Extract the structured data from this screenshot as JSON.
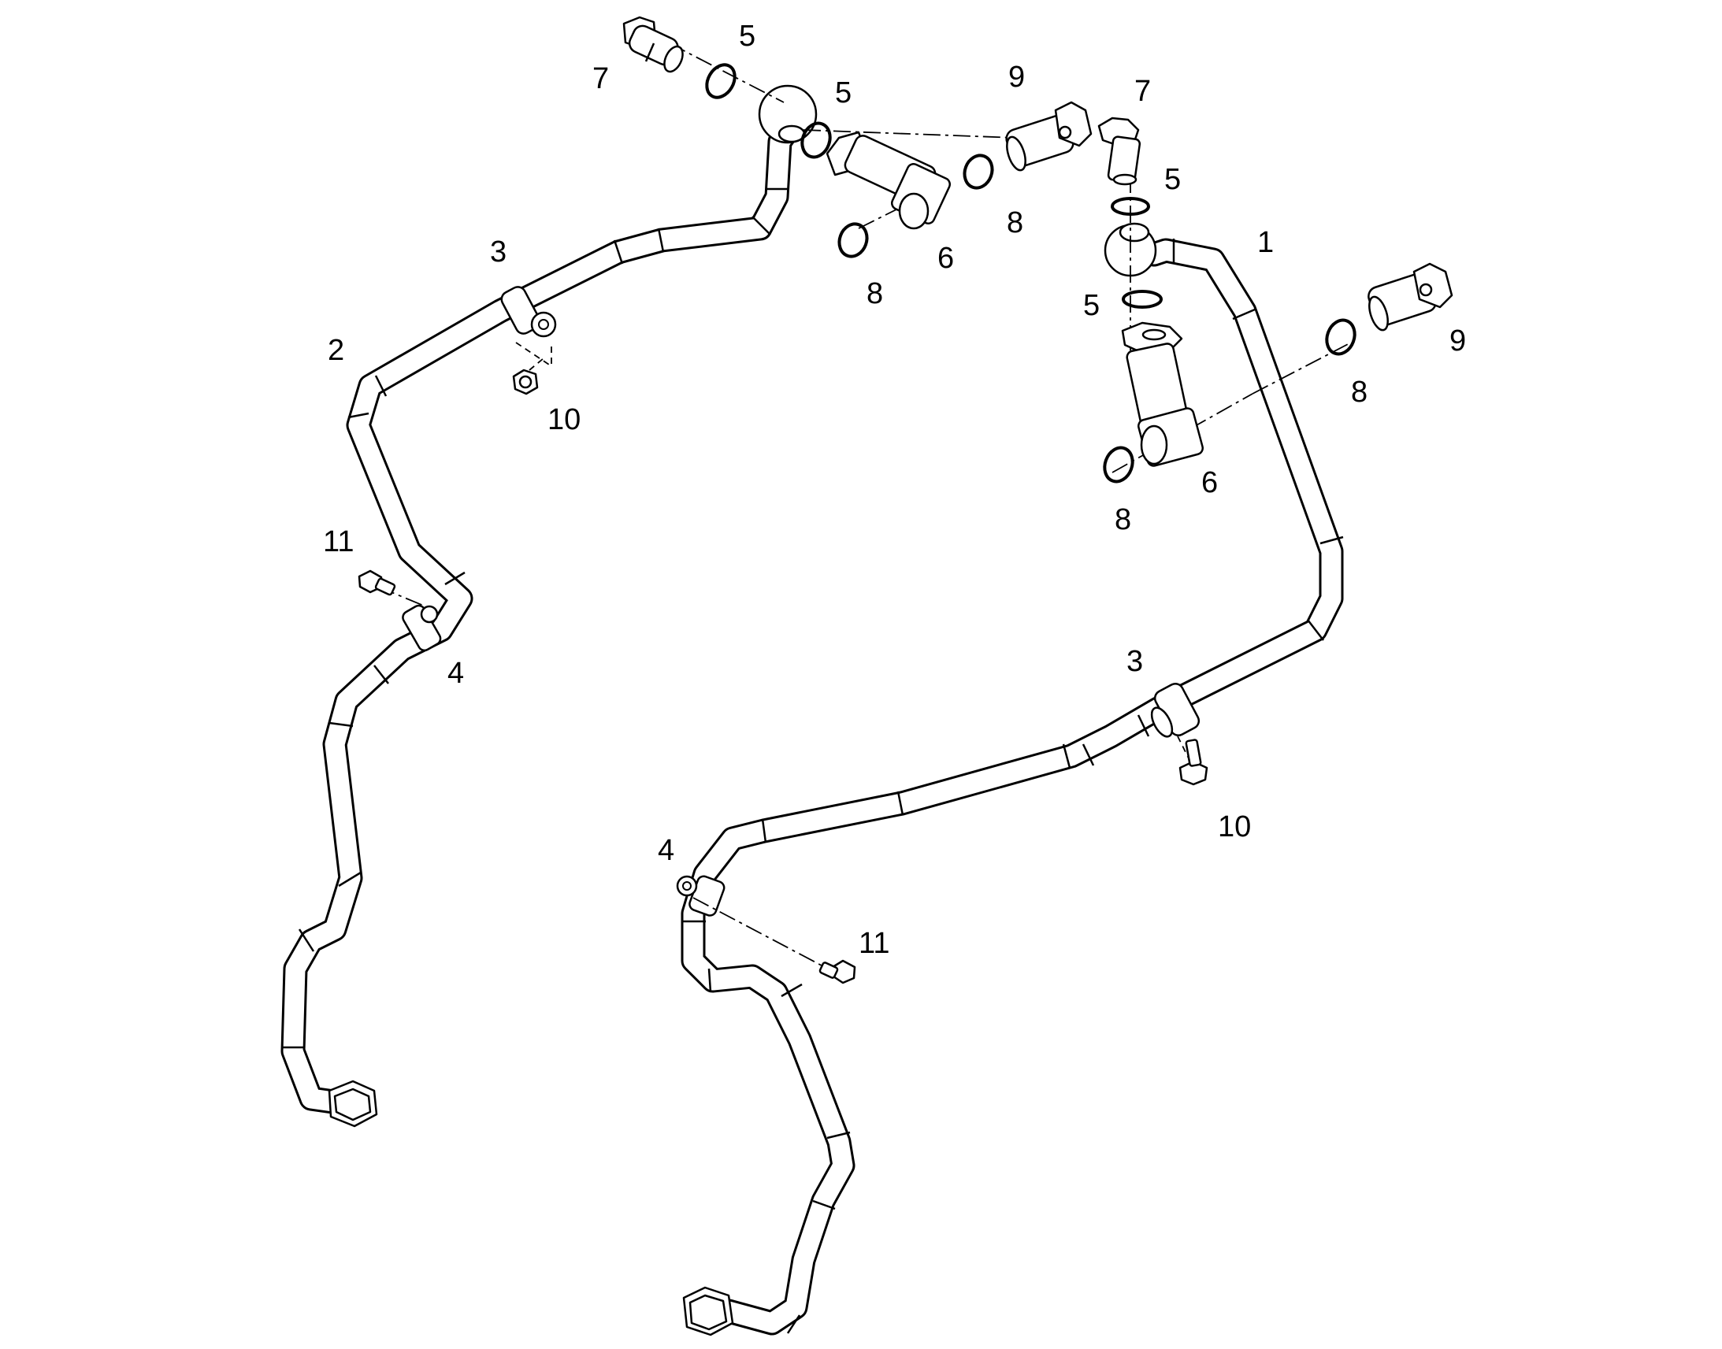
{
  "callouts": [
    {
      "id": "c7a",
      "text": "7"
    },
    {
      "id": "c5a",
      "text": "5"
    },
    {
      "id": "c5b",
      "text": "5"
    },
    {
      "id": "c9a",
      "text": "9"
    },
    {
      "id": "c7b",
      "text": "7"
    },
    {
      "id": "c5c",
      "text": "5"
    },
    {
      "id": "c1",
      "text": "1"
    },
    {
      "id": "c3a",
      "text": "3"
    },
    {
      "id": "c8a",
      "text": "8"
    },
    {
      "id": "c6a",
      "text": "6"
    },
    {
      "id": "c8b",
      "text": "8"
    },
    {
      "id": "c2",
      "text": "2"
    },
    {
      "id": "c5d",
      "text": "5"
    },
    {
      "id": "c9b",
      "text": "9"
    },
    {
      "id": "c8c",
      "text": "8"
    },
    {
      "id": "c10a",
      "text": "10"
    },
    {
      "id": "c6b",
      "text": "6"
    },
    {
      "id": "c8d",
      "text": "8"
    },
    {
      "id": "c11a",
      "text": "11"
    },
    {
      "id": "c4a",
      "text": "4"
    },
    {
      "id": "c3b",
      "text": "3"
    },
    {
      "id": "c10b",
      "text": "10"
    },
    {
      "id": "c4b",
      "text": "4"
    },
    {
      "id": "c11b",
      "text": "11"
    }
  ]
}
